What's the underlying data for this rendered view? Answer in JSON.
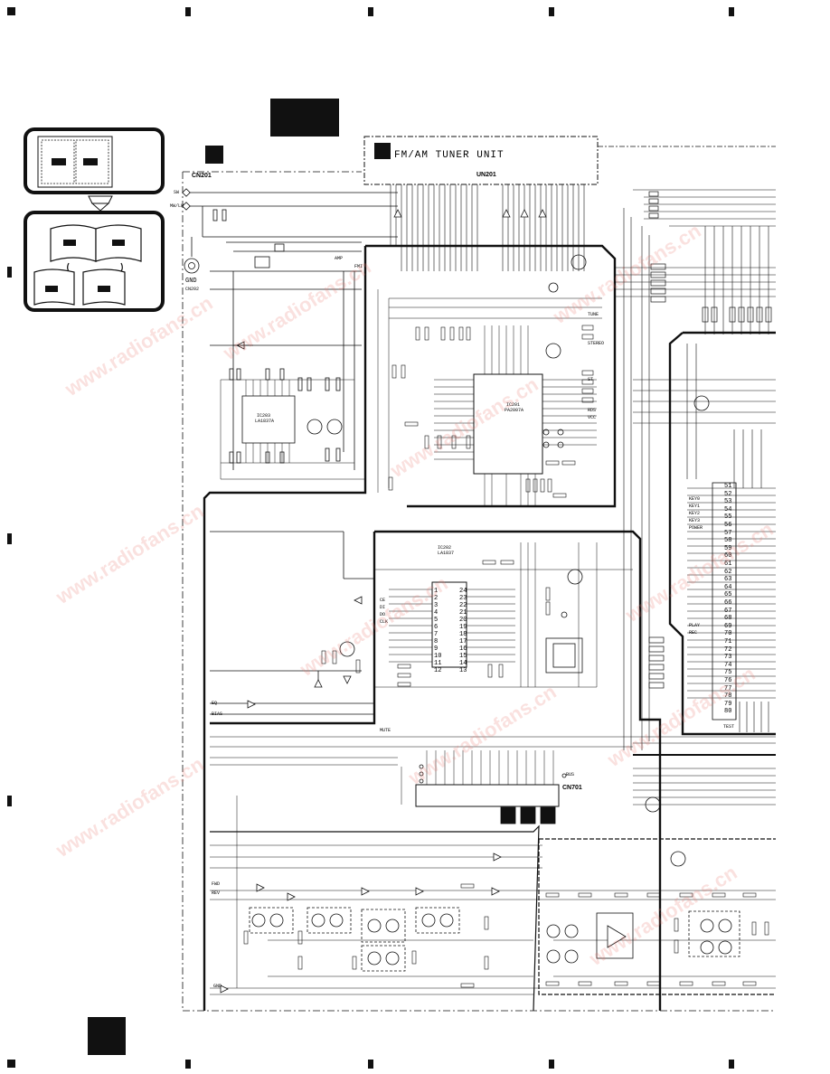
{
  "tuner": {
    "title": "FM/AM TUNER UNIT",
    "unit_ref": "UN201",
    "connector_ref": "CN201",
    "gnd_label": "GND",
    "gnd_ref": "CN202"
  },
  "ics": [
    {
      "ref": "IC201",
      "part": "PA2007A"
    },
    {
      "ref": "IC202",
      "part": "LA1837"
    },
    {
      "ref": "IC203",
      "part": "LA1837A"
    }
  ],
  "connectors": {
    "cn701": "CN701",
    "ant_labels": [
      "SW",
      "MW/LW"
    ]
  },
  "pin_numbers_right": [
    "51",
    "52",
    "53",
    "54",
    "55",
    "56",
    "57",
    "58",
    "59",
    "60",
    "61",
    "62",
    "63",
    "64",
    "65",
    "66",
    "67",
    "68",
    "69",
    "70",
    "71",
    "72",
    "73",
    "74",
    "75",
    "76",
    "77",
    "78",
    "79",
    "80"
  ],
  "ic201_left_pins": [
    "24",
    "23",
    "22",
    "21",
    "20",
    "19",
    "18",
    "17",
    "16",
    "15",
    "14",
    "13"
  ],
  "ic201_right_pins": [
    "1",
    "2",
    "3",
    "4",
    "5",
    "6",
    "7",
    "8",
    "9",
    "10",
    "11",
    "12"
  ],
  "net_labels": [
    "AMP",
    "FMI",
    "STEREO",
    "TUNE",
    "CE",
    "DI",
    "DO",
    "CLK",
    "KEY0",
    "KEY1",
    "KEY2",
    "KEY3",
    "MUTE",
    "TEST",
    "PLAY",
    "REC",
    "POWER",
    "BUS",
    "GND",
    "FWD",
    "REV",
    "EQ",
    "BIAS",
    "ST",
    "RDS",
    "VCC"
  ],
  "watermark_text": "www.radiofans.cn"
}
